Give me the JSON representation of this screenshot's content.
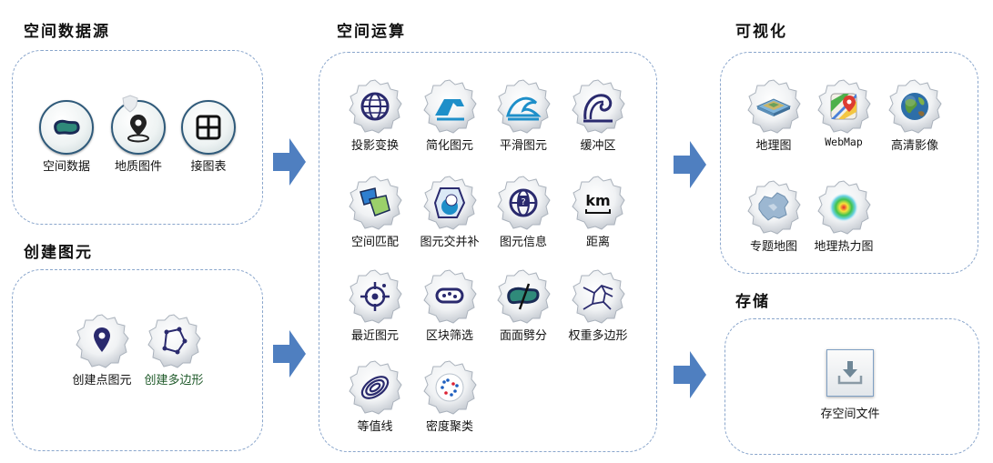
{
  "sections": {
    "source": "空间数据源",
    "create": "创建图元",
    "ops": "空间运算",
    "visual": "可视化",
    "store": "存储"
  },
  "source_tools": [
    "空间数据",
    "地质图件",
    "接图表"
  ],
  "create_tools": [
    "创建点图元",
    "创建多边形"
  ],
  "ops_tools": [
    "投影变换",
    "简化图元",
    "平滑图元",
    "缓冲区",
    "空间匹配",
    "图元交并补",
    "图元信息",
    "距离",
    "最近图元",
    "区块筛选",
    "面面劈分",
    "权重多边形",
    "等值线",
    "密度聚类"
  ],
  "ops_km_text": "km",
  "visual_tools": [
    "地理图",
    "WebMap",
    "高清影像",
    "专题地图",
    "地理热力图"
  ],
  "store_tools": [
    "存空间文件"
  ],
  "colors": {
    "panel_border": "#8aa6cc",
    "arrow": "#4f7fc0",
    "icon_dark": "#2a2a6e",
    "badge_border": "#2f5a7a"
  }
}
